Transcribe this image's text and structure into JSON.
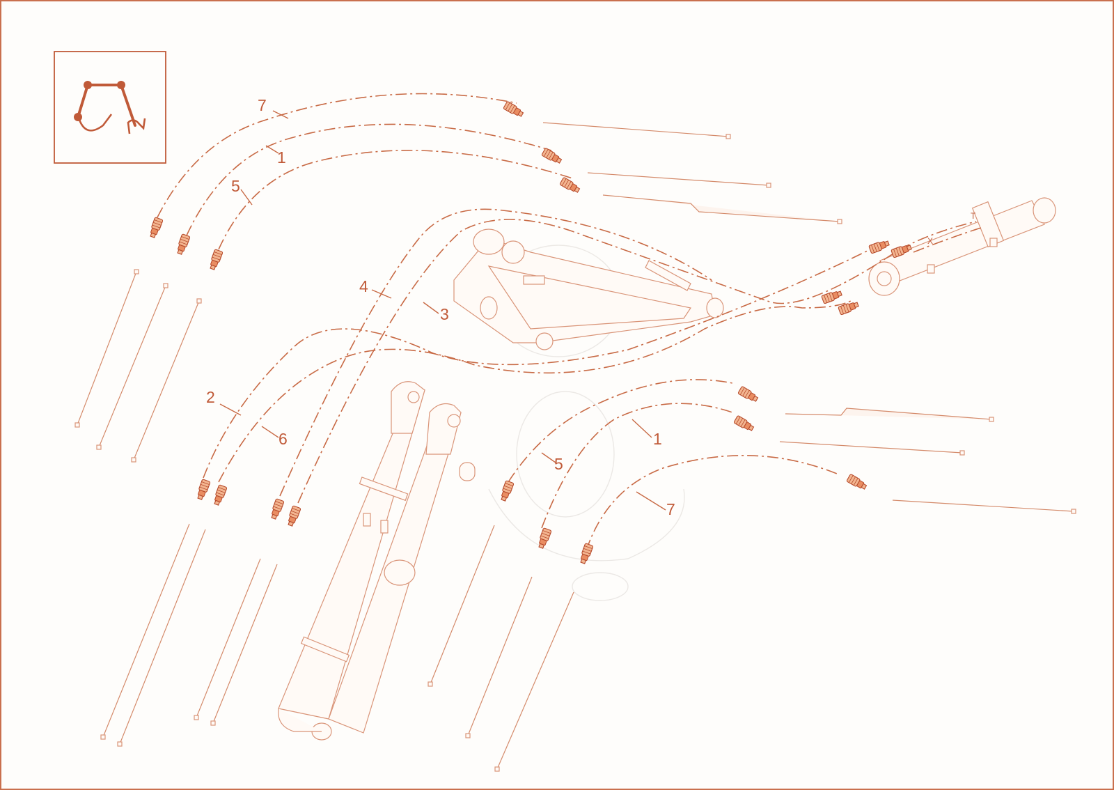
{
  "diagram": {
    "icon": "boom-arm-bucket-icon",
    "colors": {
      "accent": "#c05a38",
      "line": "#c86a45",
      "part": "#d99478",
      "border": "#c9704e"
    },
    "callouts": [
      {
        "id": "c7a",
        "label": "7"
      },
      {
        "id": "c1a",
        "label": "1"
      },
      {
        "id": "c5a",
        "label": "5"
      },
      {
        "id": "c4",
        "label": "4"
      },
      {
        "id": "c3",
        "label": "3"
      },
      {
        "id": "c2",
        "label": "2"
      },
      {
        "id": "c6",
        "label": "6"
      },
      {
        "id": "c5b",
        "label": "5"
      },
      {
        "id": "c1b",
        "label": "1"
      },
      {
        "id": "c7b",
        "label": "7"
      },
      {
        "id": "mx",
        "label": "X"
      },
      {
        "id": "mt",
        "label": "T"
      }
    ]
  }
}
